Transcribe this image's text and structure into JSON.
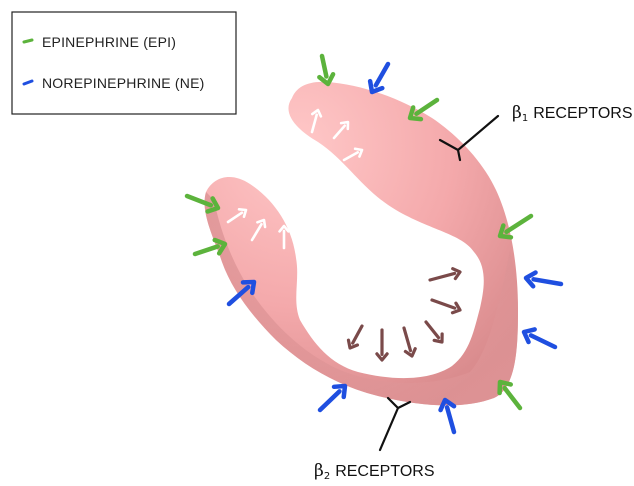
{
  "legend": {
    "items": [
      {
        "label": "EPINEPHRINE (EPI)",
        "color": "#5cb33c"
      },
      {
        "label": "NOREPINEPHRINE (NE)",
        "color": "#1f4fe0"
      }
    ]
  },
  "receptors": {
    "beta1": {
      "symbol": "β",
      "subscript": "1",
      "text": "RECEPTORS"
    },
    "beta2": {
      "symbol": "β",
      "subscript": "2",
      "text": "RECEPTORS"
    }
  },
  "colors": {
    "tissue_light": "#f7b3b3",
    "tissue_dark": "#d98a8a",
    "internal_arrows": "#7a4a4a",
    "white_arrows": "#ffffff"
  }
}
